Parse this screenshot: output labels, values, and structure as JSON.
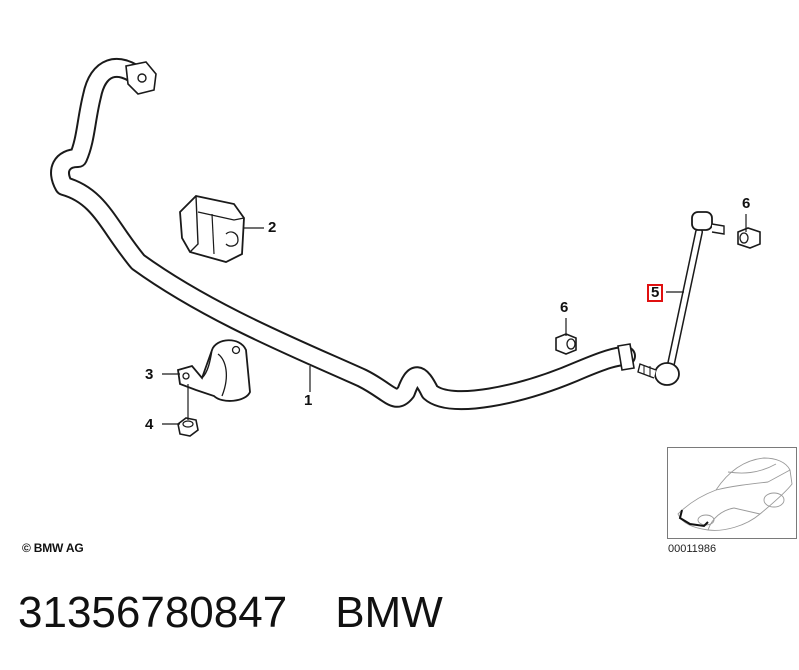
{
  "callouts": {
    "c1": "1",
    "c2": "2",
    "c3": "3",
    "c4": "4",
    "c5": "5",
    "c6_upper": "6",
    "c6_lower": "6"
  },
  "copyright": "© BMW AG",
  "image_number": "00011986",
  "footer": {
    "part_number": "31356780847",
    "brand": "BMW"
  },
  "colors": {
    "line": "#1a1a1a",
    "highlight": "#e01010"
  }
}
